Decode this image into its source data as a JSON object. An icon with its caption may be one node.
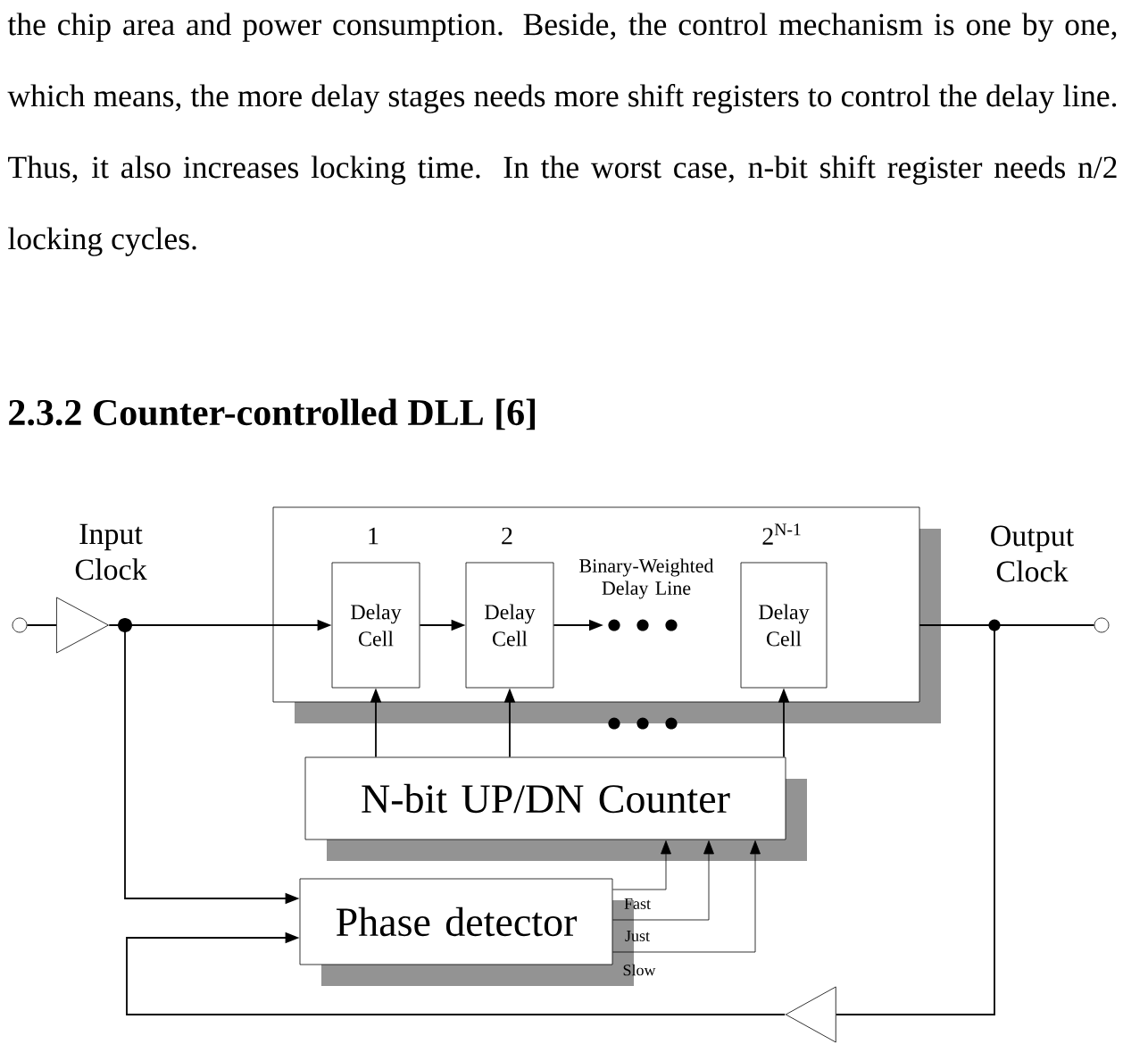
{
  "diagram": {
    "title": "2.3.2 Counter-controlled DLL [6]",
    "nodes": [
      {
        "text": [],
        "shape": "circle"
      },
      {
        "text": [],
        "shape": "triangle",
        "beside": [
          "Input Clock"
        ]
      },
      {
        "text": [],
        "shape": "circle"
      },
      {
        "text": [
          "Binary-Weighted Delay Line"
        ]
      },
      {
        "text": [
          "Delay Cell"
        ],
        "in": 3,
        "beside": [
          "1"
        ]
      },
      {
        "text": [
          "Delay Cell"
        ],
        "in": 3,
        "beside": [
          "2"
        ]
      },
      {
        "text": [
          "Delay Cell"
        ],
        "in": 3,
        "beside": [
          "2$^{N-1}$"
        ]
      },
      {
        "text": [
          "N-bit UP/DN Counter"
        ]
      },
      {
        "text": [
          "Phase detector"
        ]
      },
      {
        "text": [],
        "shape": "circle",
        "beside": [
          "Output Clock"
        ]
      },
      {
        "text": [],
        "shape": "triangle"
      }
    ],
    "edges": [
      {
        "from": 0,
        "to": 1,
        "arrow": "none"
      },
      {
        "from": 1,
        "to": 4,
        "arrow": "to"
      },
      {
        "from": 1,
        "to": 8,
        "arrow": "to"
      },
      {
        "from": 4,
        "to": 5,
        "arrow": "to"
      },
      {
        "from": 5,
        "to": null,
        "arrow": "to"
      },
      {
        "from": 7,
        "to": 4,
        "arrow": "to"
      },
      {
        "from": 7,
        "to": 5,
        "arrow": "to"
      },
      {
        "from": 7,
        "to": 6,
        "arrow": "to"
      },
      {
        "from": 3,
        "to": 9,
        "arrow": "none"
      },
      {
        "from": 3,
        "to": 10,
        "arrow": "none"
      },
      {
        "from": 10,
        "to": 8,
        "arrow": "to"
      },
      {
        "from": 8,
        "to": 7,
        "arrow": "to",
        "label": "Fast"
      },
      {
        "from": 8,
        "to": 7,
        "arrow": "to",
        "label": "Just"
      },
      {
        "from": 8,
        "to": 7,
        "arrow": "to",
        "label": "Slow"
      }
    ],
    "labels": [
      "the chip area and power consumption. Beside, the control mechanism is one by one, which means, the more delay stages needs more shift registers to control the delay line. Thus, it also increases locking time. In the worst case, n-bit shift register needs n/2 locking cycles."
    ]
  }
}
